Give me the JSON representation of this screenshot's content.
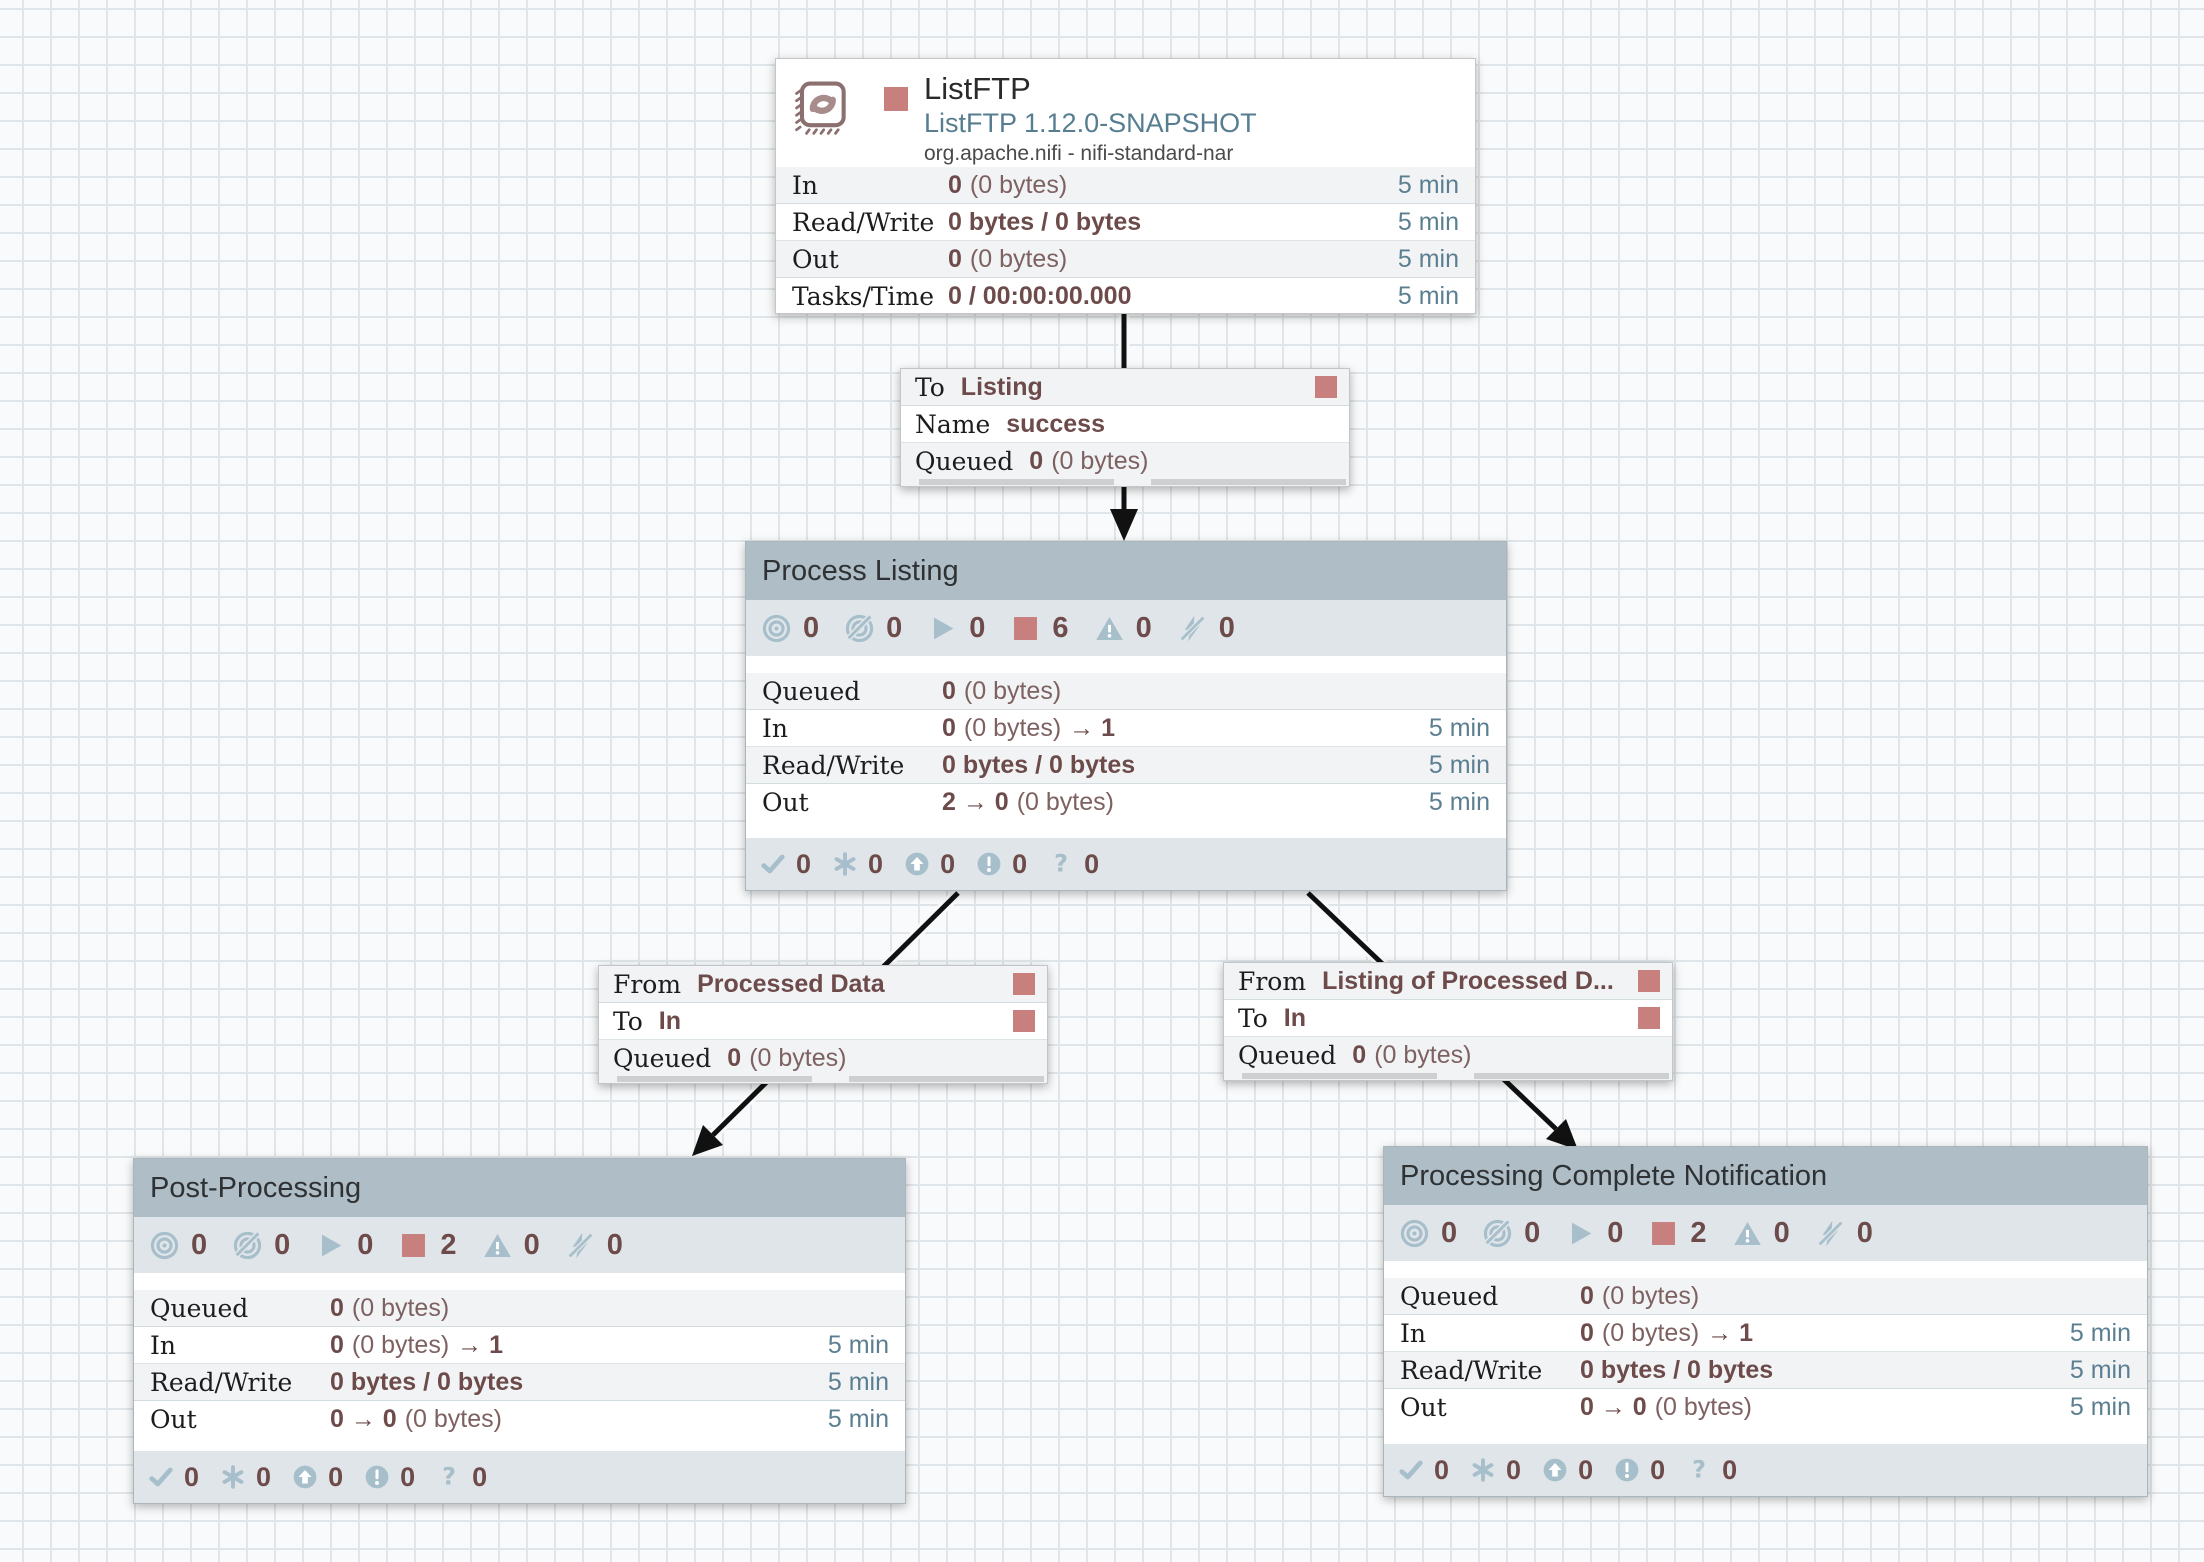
{
  "colors": {
    "stopped_red": "#c8807f",
    "status_icon_blue": "#a7becb",
    "count_maroon": "#6e4b4b",
    "time_blue": "#5b7f91",
    "group_header_bg": "#aebdc6",
    "status_bar_bg": "#e0e5e9",
    "row_alt_bg": "#f1f3f5",
    "edge_black": "#111111"
  },
  "processor": {
    "title": "ListFTP",
    "subtitle": "ListFTP 1.12.0-SNAPSHOT",
    "bundle": "org.apache.nifi - nifi-standard-nar",
    "state_icon": "stopped",
    "rows": [
      {
        "label": "In",
        "segments": [
          {
            "t": "0",
            "b": true
          },
          {
            "t": "(0 bytes)",
            "b": false
          }
        ],
        "time": "5 min"
      },
      {
        "label": "Read/Write",
        "segments": [
          {
            "t": "0 bytes / 0 bytes",
            "b": true
          }
        ],
        "time": "5 min"
      },
      {
        "label": "Out",
        "segments": [
          {
            "t": "0",
            "b": true
          },
          {
            "t": "(0 bytes)",
            "b": false
          }
        ],
        "time": "5 min"
      },
      {
        "label": "Tasks/Time",
        "segments": [
          {
            "t": "0 / 00:00:00.000",
            "b": true
          }
        ],
        "time": "5 min"
      }
    ]
  },
  "connections": [
    {
      "row1_label": "To",
      "row1_value": "Listing",
      "row2_label": "Name",
      "row2_value": "success",
      "queued_label": "Queued",
      "queued_count": "0",
      "queued_size": "(0 bytes)"
    },
    {
      "row1_label": "From",
      "row1_value": "Processed Data",
      "row2_label": "To",
      "row2_value": "In",
      "queued_label": "Queued",
      "queued_count": "0",
      "queued_size": "(0 bytes)"
    },
    {
      "row1_label": "From",
      "row1_value": "Listing of Processed D...",
      "row2_label": "To",
      "row2_value": "In",
      "queued_label": "Queued",
      "queued_count": "0",
      "queued_size": "(0 bytes)"
    }
  ],
  "groups": [
    {
      "title": "Process Listing",
      "statuses": [
        {
          "icon": "transmitting",
          "count": "0"
        },
        {
          "icon": "not-transmitting",
          "count": "0"
        },
        {
          "icon": "running",
          "count": "0"
        },
        {
          "icon": "stopped",
          "count": "6"
        },
        {
          "icon": "invalid",
          "count": "0"
        },
        {
          "icon": "disabled",
          "count": "0"
        }
      ],
      "rows": [
        {
          "label": "Queued",
          "segments": [
            {
              "t": "0",
              "b": true
            },
            {
              "t": "(0 bytes)",
              "b": false
            }
          ],
          "time": ""
        },
        {
          "label": "In",
          "segments": [
            {
              "t": "0",
              "b": true
            },
            {
              "t": "(0 bytes)",
              "b": false
            },
            {
              "t": "→ 1",
              "b": true
            }
          ],
          "time": "5 min"
        },
        {
          "label": "Read/Write",
          "segments": [
            {
              "t": "0 bytes / 0 bytes",
              "b": true
            }
          ],
          "time": "5 min"
        },
        {
          "label": "Out",
          "segments": [
            {
              "t": "2 → 0",
              "b": true
            },
            {
              "t": "(0 bytes)",
              "b": false
            }
          ],
          "time": "5 min"
        }
      ],
      "versioned": [
        {
          "icon": "up-to-date",
          "count": "0"
        },
        {
          "icon": "locally-modified",
          "count": "0"
        },
        {
          "icon": "stale",
          "count": "0"
        },
        {
          "icon": "locally-modified-and-stale",
          "count": "0"
        },
        {
          "icon": "sync-failure",
          "count": "0"
        }
      ]
    },
    {
      "title": "Post-Processing",
      "statuses": [
        {
          "icon": "transmitting",
          "count": "0"
        },
        {
          "icon": "not-transmitting",
          "count": "0"
        },
        {
          "icon": "running",
          "count": "0"
        },
        {
          "icon": "stopped",
          "count": "2"
        },
        {
          "icon": "invalid",
          "count": "0"
        },
        {
          "icon": "disabled",
          "count": "0"
        }
      ],
      "rows": [
        {
          "label": "Queued",
          "segments": [
            {
              "t": "0",
              "b": true
            },
            {
              "t": "(0 bytes)",
              "b": false
            }
          ],
          "time": ""
        },
        {
          "label": "In",
          "segments": [
            {
              "t": "0",
              "b": true
            },
            {
              "t": "(0 bytes)",
              "b": false
            },
            {
              "t": "→ 1",
              "b": true
            }
          ],
          "time": "5 min"
        },
        {
          "label": "Read/Write",
          "segments": [
            {
              "t": "0 bytes / 0 bytes",
              "b": true
            }
          ],
          "time": "5 min"
        },
        {
          "label": "Out",
          "segments": [
            {
              "t": "0 → 0",
              "b": true
            },
            {
              "t": "(0 bytes)",
              "b": false
            }
          ],
          "time": "5 min"
        }
      ],
      "versioned": [
        {
          "icon": "up-to-date",
          "count": "0"
        },
        {
          "icon": "locally-modified",
          "count": "0"
        },
        {
          "icon": "stale",
          "count": "0"
        },
        {
          "icon": "locally-modified-and-stale",
          "count": "0"
        },
        {
          "icon": "sync-failure",
          "count": "0"
        }
      ]
    },
    {
      "title": "Processing Complete Notification",
      "statuses": [
        {
          "icon": "transmitting",
          "count": "0"
        },
        {
          "icon": "not-transmitting",
          "count": "0"
        },
        {
          "icon": "running",
          "count": "0"
        },
        {
          "icon": "stopped",
          "count": "2"
        },
        {
          "icon": "invalid",
          "count": "0"
        },
        {
          "icon": "disabled",
          "count": "0"
        }
      ],
      "rows": [
        {
          "label": "Queued",
          "segments": [
            {
              "t": "0",
              "b": true
            },
            {
              "t": "(0 bytes)",
              "b": false
            }
          ],
          "time": ""
        },
        {
          "label": "In",
          "segments": [
            {
              "t": "0",
              "b": true
            },
            {
              "t": "(0 bytes)",
              "b": false
            },
            {
              "t": "→ 1",
              "b": true
            }
          ],
          "time": "5 min"
        },
        {
          "label": "Read/Write",
          "segments": [
            {
              "t": "0 bytes / 0 bytes",
              "b": true
            }
          ],
          "time": "5 min"
        },
        {
          "label": "Out",
          "segments": [
            {
              "t": "0 → 0",
              "b": true
            },
            {
              "t": "(0 bytes)",
              "b": false
            }
          ],
          "time": "5 min"
        }
      ],
      "versioned": [
        {
          "icon": "up-to-date",
          "count": "0"
        },
        {
          "icon": "locally-modified",
          "count": "0"
        },
        {
          "icon": "stale",
          "count": "0"
        },
        {
          "icon": "locally-modified-and-stale",
          "count": "0"
        },
        {
          "icon": "sync-failure",
          "count": "0"
        }
      ]
    }
  ]
}
